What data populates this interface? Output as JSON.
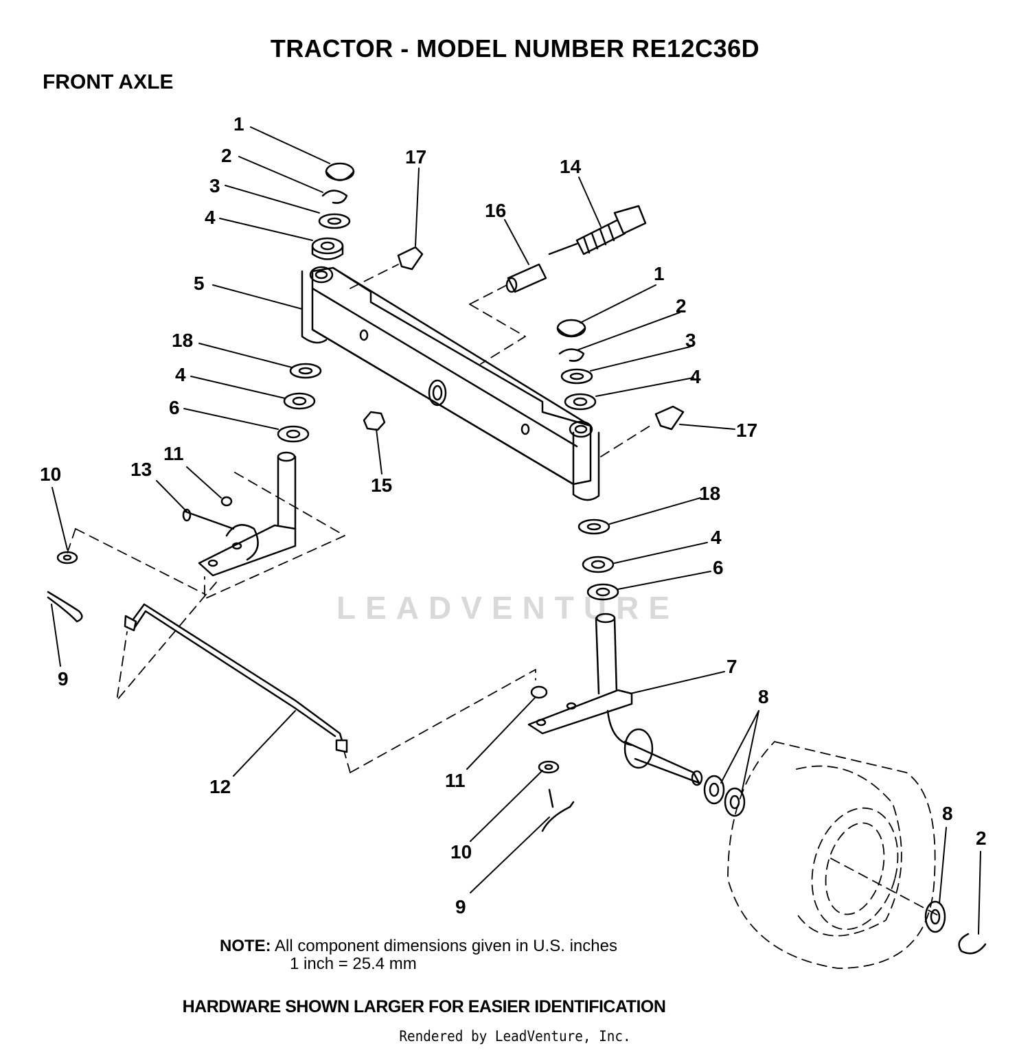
{
  "header": {
    "title": "TRACTOR   - MODEL NUMBER RE12C36D",
    "section": "FRONT AXLE"
  },
  "callouts": {
    "c1a": "1",
    "c2a": "2",
    "c3a": "3",
    "c4a": "4",
    "c5": "5",
    "c18a": "18",
    "c4b": "4",
    "c6a": "6",
    "c17a": "17",
    "c16": "16",
    "c14": "14",
    "c1b": "1",
    "c2b": "2",
    "c3b": "3",
    "c4c": "4",
    "c17b": "17",
    "c15": "15",
    "c10a": "10",
    "c13": "13",
    "c11a": "11",
    "c9a": "9",
    "c12": "12",
    "c18b": "18",
    "c4d": "4",
    "c6b": "6",
    "c7": "7",
    "c8a": "8",
    "c11b": "11",
    "c10b": "10",
    "c9b": "9",
    "c8b": "8",
    "c2c": "2"
  },
  "note": {
    "label": "NOTE:",
    "line1": "All component dimensions given in U.S. inches",
    "line2": "1 inch = 25.4 mm"
  },
  "footer": {
    "hardware": "HARDWARE SHOWN LARGER FOR EASIER IDENTIFICATION",
    "rendered_by": "Rendered by LeadVenture, Inc."
  },
  "watermark": "LEADVENTURE"
}
